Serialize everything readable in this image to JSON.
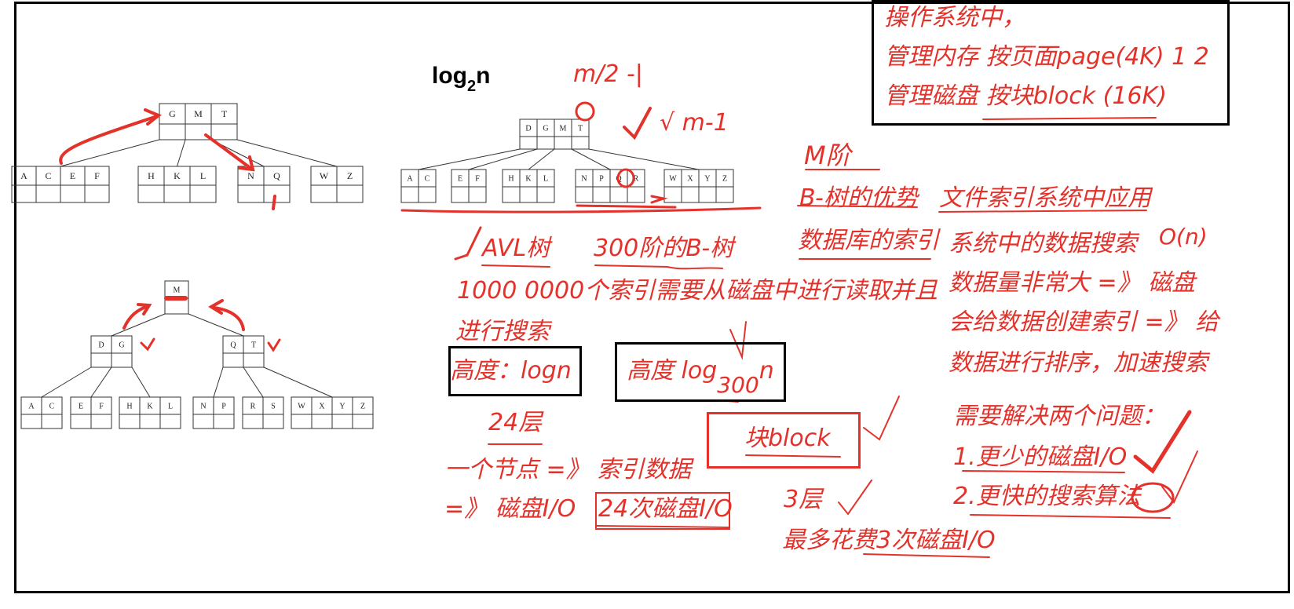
{
  "trees": {
    "tree1": {
      "root": [
        "G",
        "M",
        "T"
      ],
      "leaves": [
        [
          "A",
          "C",
          "E",
          "F"
        ],
        [
          "H",
          "K",
          "L"
        ],
        [
          "N",
          "Q"
        ],
        [
          "W",
          "Z"
        ]
      ]
    },
    "tree2": {
      "root": [
        "D",
        "G",
        "M",
        "T"
      ],
      "leaves": [
        [
          "A",
          "C"
        ],
        [
          "E",
          "F"
        ],
        [
          "H",
          "K",
          "L"
        ],
        [
          "N",
          "P",
          "Q",
          "R"
        ],
        [
          "W",
          "X",
          "Y",
          "Z"
        ]
      ]
    },
    "tree3": {
      "root": [
        "M"
      ],
      "mid": [
        [
          "D",
          "G"
        ],
        [
          "Q",
          "T"
        ]
      ],
      "leaves": [
        [
          "A",
          "C"
        ],
        [
          "E",
          "F"
        ],
        [
          "H",
          "K",
          "L"
        ],
        [
          "N",
          "P"
        ],
        [
          "R",
          "S"
        ],
        [
          "W",
          "X",
          "Y",
          "Z"
        ]
      ]
    }
  },
  "labels": {
    "log_base": "log",
    "log_sub": "2",
    "log_n": "n",
    "handwritten_m2": "m/2  -|",
    "handwritten_m1": "√  m-1",
    "handwritten_mjie": "M阶",
    "avl": "AVL树",
    "b300": "300阶的B-树",
    "million": "1000 0000个索引需要从磁盘中进行读取并且",
    "search": "进行搜索",
    "height_logn": "高度：logn",
    "height_log300": "高度 log",
    "height_log300_sub": "300",
    "height_log300_n": "n",
    "layers24": "24层",
    "one_node": "一个节点 =》 索引数据",
    "disk_io": "=》 磁盘I/O",
    "io24": "24次磁盘I/O",
    "block": "块block",
    "layers3": "3层",
    "most3": "最多花费3次磁盘I/O",
    "btree_adv": "B-树的优势",
    "db_index": "数据库的索引",
    "file_index": "文件索引系统中应用",
    "data_search": "系统中的数据搜索",
    "on": "O(n)",
    "big_data": "数据量非常大 =》 磁盘",
    "create_index": "会给数据创建索引 =》 给",
    "sort_data": "数据进行排序，加速搜索",
    "two_problems": "需要解决两个问题：",
    "p1": "1.更少的磁盘I/O",
    "p2": "2.更快的搜索算法"
  },
  "os_box": {
    "line1": "操作系统中，",
    "line2": "管理内存 按页面page(4K)   1 2",
    "line3": "管理磁盘 按块block  (16K)"
  },
  "colors": {
    "ink": "#e4322b",
    "tree": "#333333",
    "frame": "#000000"
  }
}
